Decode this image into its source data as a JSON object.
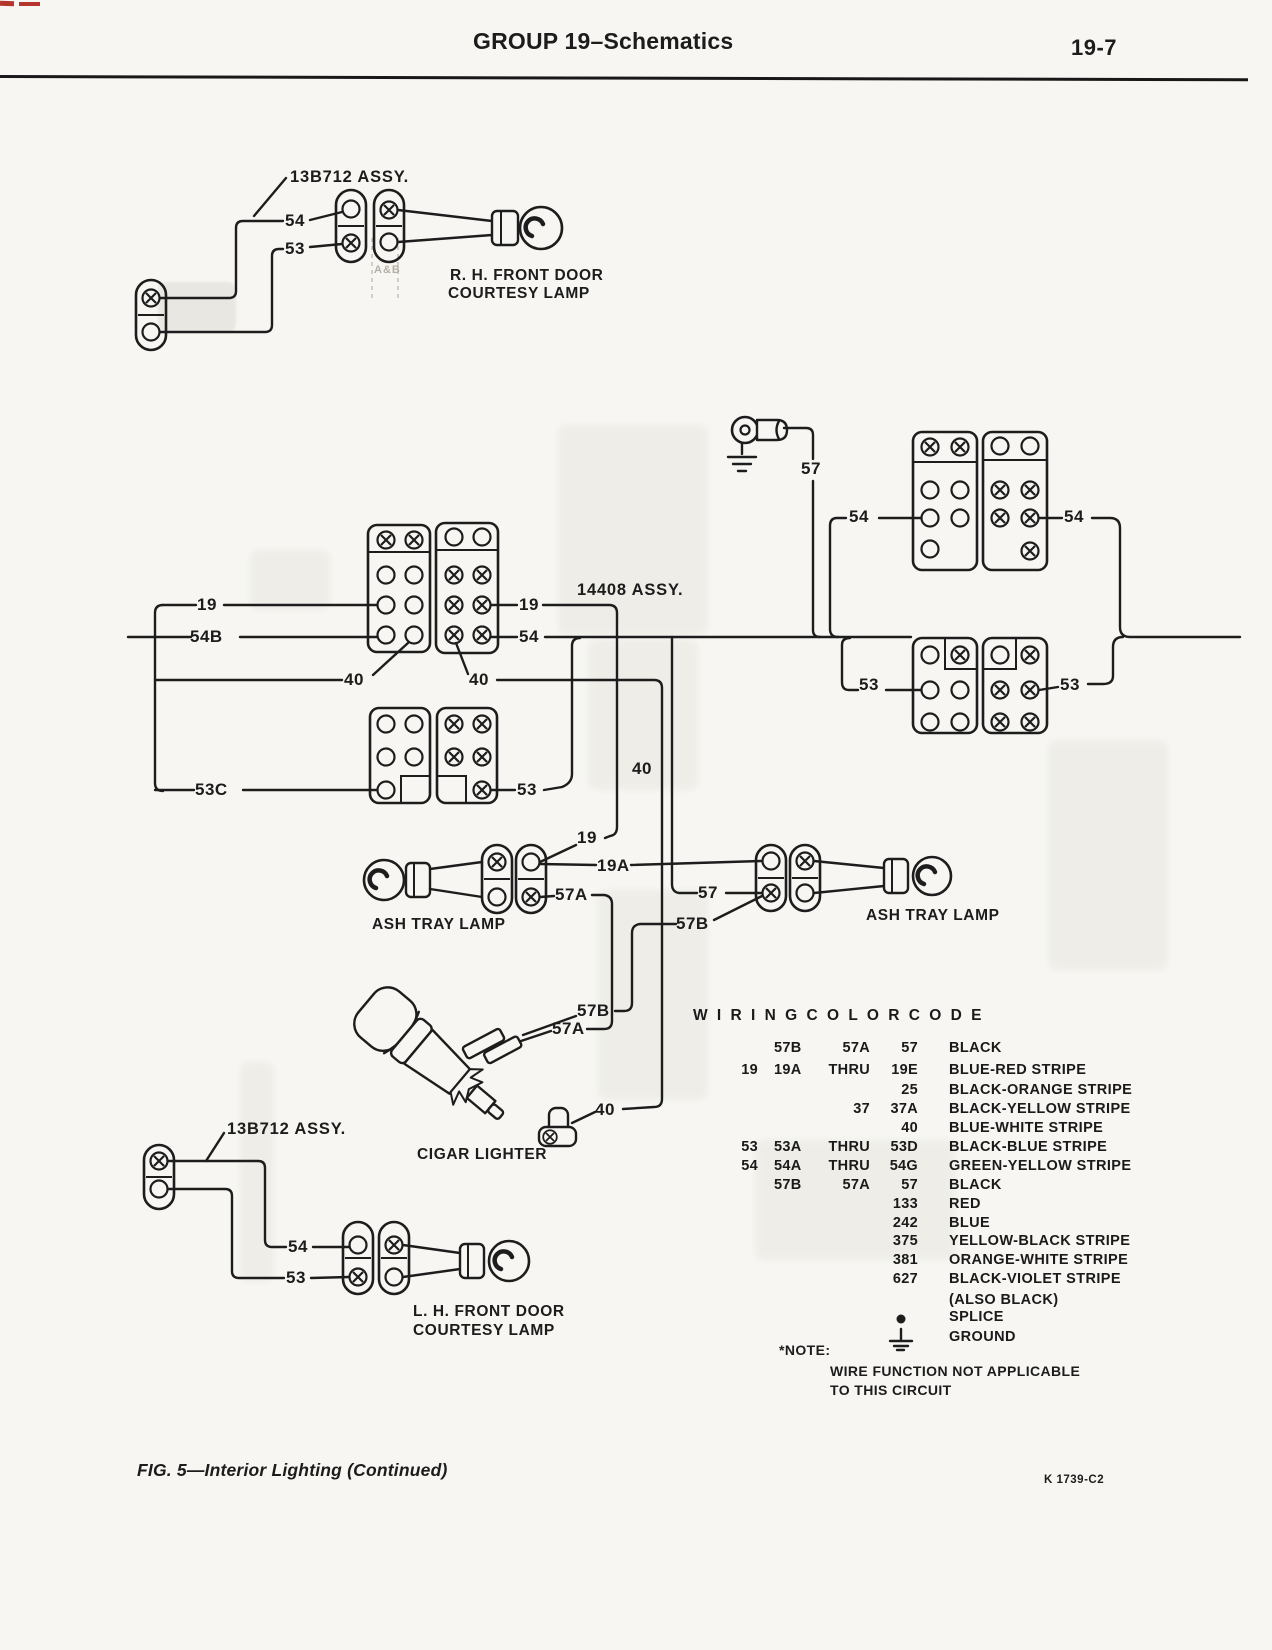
{
  "header": {
    "group_title": "GROUP 19–Schematics",
    "page_number": "19-7"
  },
  "footer": {
    "figure_caption": "FIG. 5—Interior Lighting (Continued)",
    "plate_code": "K 1739-C2"
  },
  "rh_door": {
    "assembly_label": "13B712 ASSY.",
    "wire_54": "54",
    "wire_53": "53",
    "caption_line1": "R. H. FRONT DOOR",
    "caption_line2": "COURTESY LAMP"
  },
  "lh_door": {
    "assembly_label": "13B712 ASSY.",
    "wire_54": "54",
    "wire_53": "53",
    "caption_line1": "L. H. FRONT DOOR",
    "caption_line2": "COURTESY LAMP"
  },
  "harness": {
    "assembly_label": "14408 ASSY.",
    "ghost_note": "A&B"
  },
  "left_block": {
    "wire_19_left": "19",
    "wire_19_right": "19",
    "wire_54b": "54B",
    "wire_54_right": "54",
    "wire_40_left": "40",
    "wire_40_right": "40",
    "wire_53c": "53C",
    "wire_53_right": "53"
  },
  "right_block": {
    "wire_57_ground": "57",
    "wire_54_left": "54",
    "wire_54_right": "54",
    "wire_53_left": "53",
    "wire_53_right": "53"
  },
  "mid": {
    "wire_19": "19",
    "wire_19a": "19A",
    "wire_57a": "57A",
    "wire_57": "57",
    "wire_57b": "57B",
    "wire_40_vert": "40",
    "ashtray_left_caption": "ASH TRAY LAMP",
    "ashtray_right_caption": "ASH TRAY LAMP"
  },
  "cigar": {
    "wire_57b": "57B",
    "wire_57a": "57A",
    "wire_40": "40",
    "caption": "CIGAR LIGHTER"
  },
  "color_code": {
    "title": "W I R I N G   C O L O R   C O D E",
    "rows": [
      {
        "c2": "57B",
        "c3": "57A",
        "c4": "57",
        "c5": "BLACK"
      },
      {
        "c1": "19",
        "c2": "19A",
        "c3": "THRU",
        "c4": "19E",
        "c5": "BLUE-RED STRIPE"
      },
      {
        "c4": "25",
        "c5": "BLACK-ORANGE STRIPE"
      },
      {
        "c3": "37",
        "c4": "37A",
        "c5": "BLACK-YELLOW STRIPE"
      },
      {
        "c4": "40",
        "c5": "BLUE-WHITE STRIPE"
      },
      {
        "c1": "53",
        "c2": "53A",
        "c3": "THRU",
        "c4": "53D",
        "c5": "BLACK-BLUE STRIPE"
      },
      {
        "c1": "54",
        "c2": "54A",
        "c3": "THRU",
        "c4": "54G",
        "c5": "GREEN-YELLOW STRIPE"
      },
      {
        "c2": "57B",
        "c3": "57A",
        "c4": "57",
        "c5": "BLACK"
      },
      {
        "c4": "133",
        "c5": "RED"
      },
      {
        "c4": "242",
        "c5": "BLUE"
      },
      {
        "c4": "375",
        "c5": "YELLOW-BLACK STRIPE"
      },
      {
        "c4": "381",
        "c5": "ORANGE-WHITE STRIPE"
      },
      {
        "c4": "627",
        "c5": "BLACK-VIOLET STRIPE"
      },
      {
        "c5": "(ALSO BLACK)"
      },
      {
        "c5": "SPLICE"
      },
      {
        "c5": "GROUND"
      }
    ],
    "note_label": "*NOTE:",
    "note_line1": "WIRE FUNCTION NOT APPLICABLE",
    "note_line2": "TO THIS CIRCUIT"
  }
}
